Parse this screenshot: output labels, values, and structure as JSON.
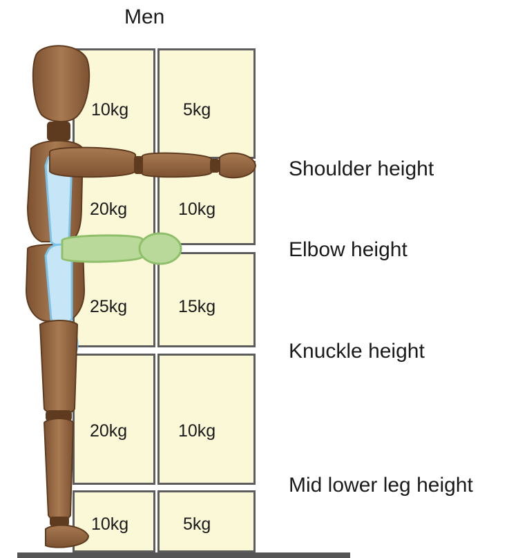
{
  "title": "Men",
  "zones": {
    "shoulder_above": {
      "left": "10kg",
      "right": "5kg"
    },
    "shoulder_elbow": {
      "left": "20kg",
      "right": "10kg"
    },
    "elbow_knuckle": {
      "left": "25kg",
      "right": "15kg"
    },
    "knuckle_midleg": {
      "left": "20kg",
      "right": "10kg"
    },
    "midleg_floor": {
      "left": "10kg",
      "right": "5kg"
    }
  },
  "height_labels": {
    "shoulder": "Shoulder height",
    "elbow": "Elbow height",
    "knuckle": "Knuckle height",
    "mid_lower_leg": "Mid lower leg height"
  },
  "colors": {
    "cell_fill": "#fbf8d8",
    "cell_border": "#5c5c5c",
    "figure_wood": "#9a6a42",
    "highlight_blue": "#c6e6f8",
    "highlight_green": "#b9d99b"
  }
}
